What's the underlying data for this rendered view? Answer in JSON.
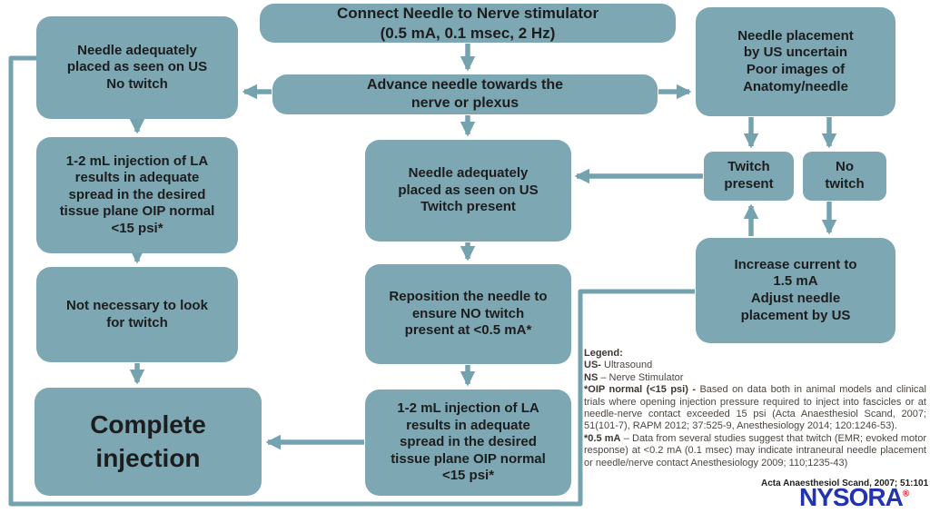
{
  "colors": {
    "background": "#ffffff",
    "box_fill": "#7ca7b3",
    "connector": "#74a2af",
    "box_text": "#1d1d1d",
    "legend_text": "#4c463f",
    "nysora_blue": "#2133b0",
    "nysora_red": "#e01e1e"
  },
  "nodes": {
    "connect": "Connect Needle to Nerve stimulator\n(0.5 mA, 0.1 msec, 2 Hz)",
    "advance": "Advance needle towards the\nnerve or plexus",
    "needle_no_twitch": "Needle adequately\nplaced as seen on US\nNo twitch",
    "us_uncertain": "Needle placement\nby US uncertain\nPoor images of\nAnatomy/needle",
    "la_left": "1-2 mL injection of LA\nresults in adequate\nspread in the desired\ntissue plane OIP normal\n<15 psi*",
    "not_necessary": "Not necessary to look\nfor twitch",
    "complete": "Complete\ninjection",
    "needle_twitch": "Needle adequately\nplaced as seen on US\nTwitch present",
    "reposition": "Reposition the needle to\nensure NO twitch\npresent at <0.5 mA*",
    "la_mid": "1-2 mL injection of LA\nresults in adequate\nspread in the desired\ntissue plane OIP normal\n<15 psi*",
    "twitch_present": "Twitch\npresent",
    "no_twitch": "No\ntwitch",
    "increase_current": "Increase current to\n1.5 mA\nAdjust needle\nplacement by US"
  },
  "legend": {
    "entries": [
      {
        "bold": "Legend:",
        "rest": ""
      },
      {
        "bold": "US-",
        "rest": " Ultrasound"
      },
      {
        "bold": "NS",
        "rest": " – Nerve Stimulator"
      },
      {
        "bold": "*OIP normal  (<15 psi) -",
        "rest": " Based on data both in animal models and clinical trials where opening injection pressure required to inject into fascicles or at needle-nerve contact exceeded 15 psi (Acta Anaesthesiol Scand, 2007; 51(101-7), RAPM 2012; 37:525-9, Anesthesiology 2014; 120:1246-53)."
      },
      {
        "bold": "*0.5 mA",
        "rest": " – Data from several studies suggest that twitch (EMR; evoked motor response) at <0.2 mA (0.1 msec) may indicate intraneural needle placement or needle/nerve contact Anesthesiology 2009; 110;1235-43)"
      }
    ]
  },
  "citation": "Acta Anaesthesiol Scand, 2007; 51:101",
  "logo": {
    "text": "NYSORA",
    "registered": "®"
  }
}
